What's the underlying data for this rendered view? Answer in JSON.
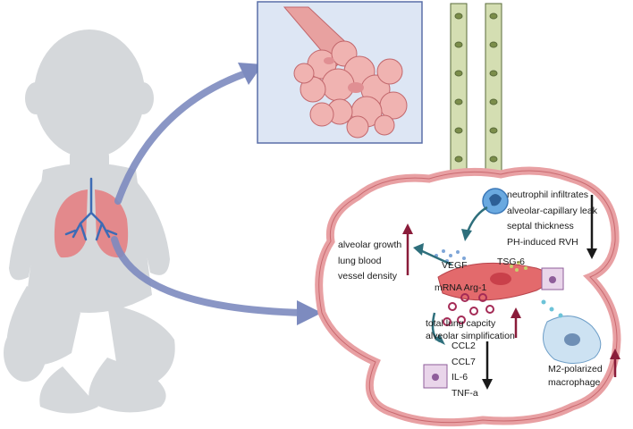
{
  "labels": {
    "neutrophil": "neutrophil infiltrates",
    "leak": "alveolar-capillary leak",
    "septal": "septal thickness",
    "rvh": "PH-induced RVH",
    "growth": [
      "alveolar growth",
      "lung blood",
      "vessel density"
    ],
    "vegf": "VEGF",
    "tsg6": "TSG-6",
    "mrna": "mRNA Arg-1",
    "capacity": "total lung capcity",
    "simplification": "alveolar simplification",
    "cytokines": [
      "CCL2",
      "CCL7",
      "IL-6",
      "TNF-a"
    ],
    "macrophage": [
      "M2-polarized",
      "macrophage"
    ]
  },
  "colors": {
    "up_arrow": "#8a1c3a",
    "down_arrow": "#1a1a1a",
    "flow_arrow": "#7d8bbf",
    "teal_arrow": "#2e6f7c",
    "alveolus_wall": "#e8a0a3",
    "baby": "#d5d8db",
    "lung": "#e3898c",
    "airway": "#3d6bb5"
  }
}
